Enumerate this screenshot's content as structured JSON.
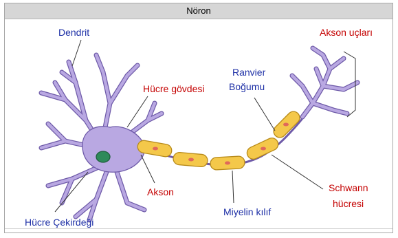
{
  "title": "Nöron",
  "labels": {
    "dendrit": "Dendrit",
    "hucre_govdesi": "Hücre gövdesi",
    "ranvier": "Ranvier",
    "bogumu": "Boğumu",
    "akson_uclari": "Akson uçları",
    "akson": "Akson",
    "hucre_cekirdegi": "Hücre Çekirdeği",
    "miyelin_kilif": "Miyelin kılıf",
    "schwann": "Schwann",
    "hucresi": "hücresi"
  },
  "colors": {
    "neuron_body": "#b9a8e2",
    "neuron_outline": "#6e5aa8",
    "myelin": "#f4c84a",
    "myelin_outline": "#b78a1a",
    "nucleus": "#2e8a5a",
    "label_blue": "#1d2fa6",
    "label_red": "#c40000"
  }
}
